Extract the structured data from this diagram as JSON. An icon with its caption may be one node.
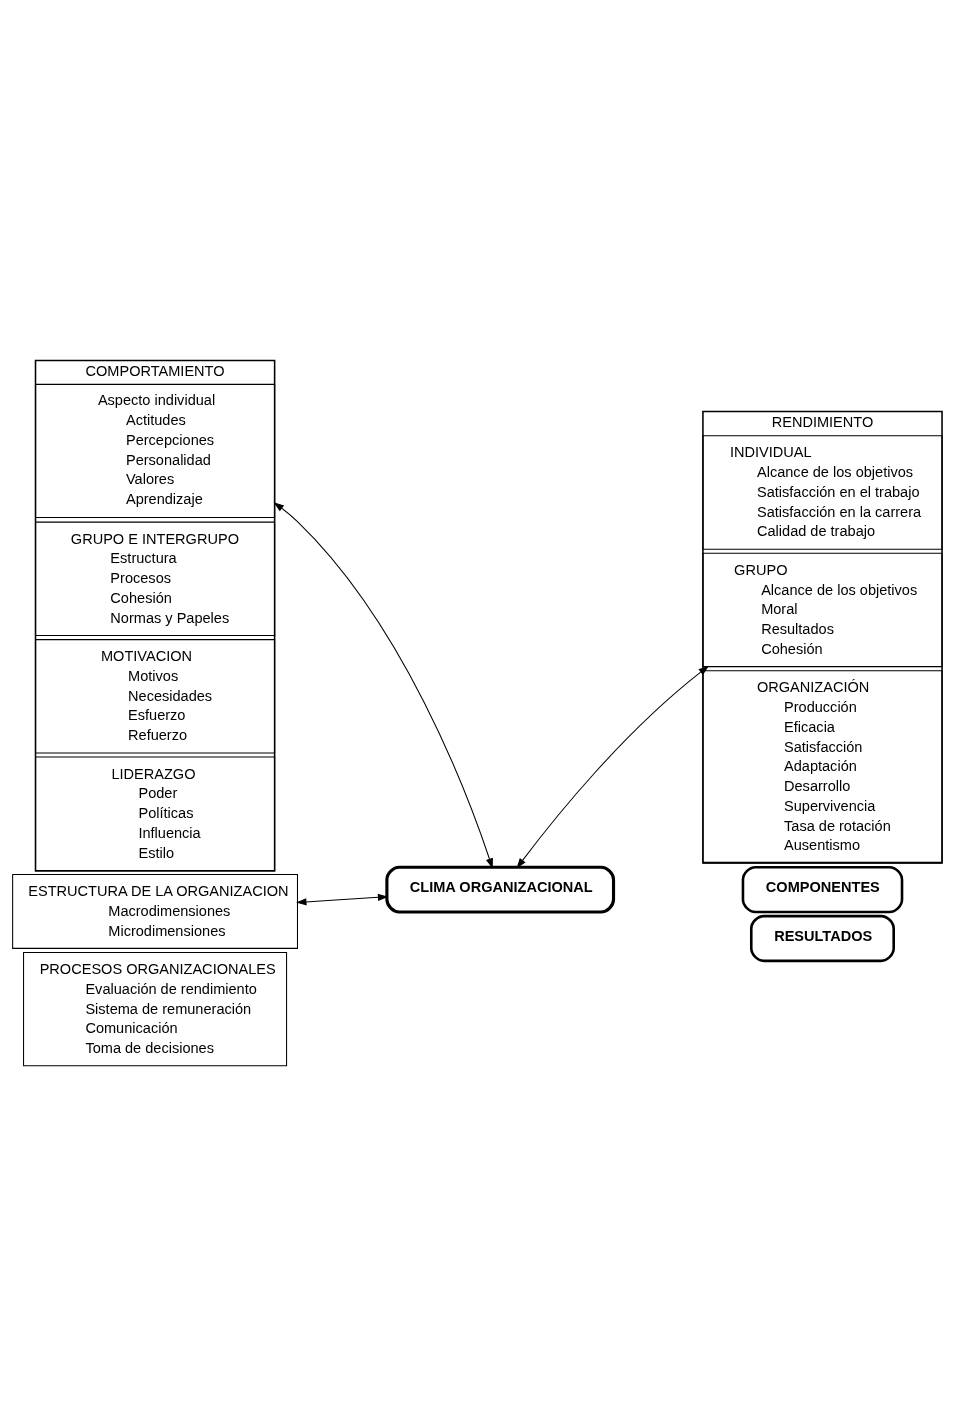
{
  "diagram": {
    "nodes": [
      {
        "text": [
          "COMPORTAMIENTO"
        ]
      },
      {
        "text": [
          "Aspecto individual",
          "Actitudes",
          "Percepciones",
          "Personalidad",
          "Valores",
          "Aprendizaje"
        ],
        "in": 0
      },
      {
        "text": [
          "GRUPO E INTERGRUPO",
          "Estructura",
          "Procesos",
          "Cohesión",
          "Normas y Papeles"
        ],
        "in": 0
      },
      {
        "text": [
          "MOTIVACION",
          "Motivos",
          "Necesidades",
          "Esfuerzo",
          "Refuerzo"
        ],
        "in": 0
      },
      {
        "text": [
          "LIDERAZGO",
          "Poder",
          "Políticas",
          "Influencia",
          "Estilo"
        ],
        "in": 0
      },
      {
        "text": [
          "COMPONENTES"
        ]
      },
      {
        "text": [
          "RENDIMIENTO"
        ]
      },
      {
        "text": [
          "INDIVIDUAL",
          "Alcance de los objetivos",
          "Satisfacción en el trabajo",
          "Satisfacción en la carrera",
          "Calidad de trabajo"
        ],
        "in": 6
      },
      {
        "text": [
          "GRUPO",
          "Alcance de los objetivos",
          "Moral",
          "Resultados",
          "Cohesión"
        ],
        "in": 6
      },
      {
        "text": [
          "ORGANIZACIÓN",
          "Producción",
          "Eficacia",
          "Satisfacción",
          "Adaptación",
          "Desarrollo",
          "Supervivencia",
          "Tasa de rotación",
          "Ausentismo"
        ],
        "in": 6
      },
      {
        "text": [
          "CLIMA ORGANIZACIONAL"
        ]
      },
      {
        "text": [
          "ESTRUCTURA DE LA ORGANIZACION",
          "Macrodimensiones",
          "Microdimensiones"
        ]
      },
      {
        "text": [
          "PROCESOS ORGANIZACIONALES",
          "Evaluación de rendimiento",
          "Sistema de remuneración",
          "Comunicación",
          "Toma de decisiones"
        ]
      },
      {
        "text": [
          "RESULTADOS"
        ]
      }
    ],
    "edges": [
      {
        "from": 1,
        "to": 10,
        "arrow": "both"
      },
      {
        "from": 11,
        "to": 10,
        "arrow": "both"
      },
      {
        "from": 10,
        "to": 8,
        "arrow": "both"
      }
    ]
  }
}
